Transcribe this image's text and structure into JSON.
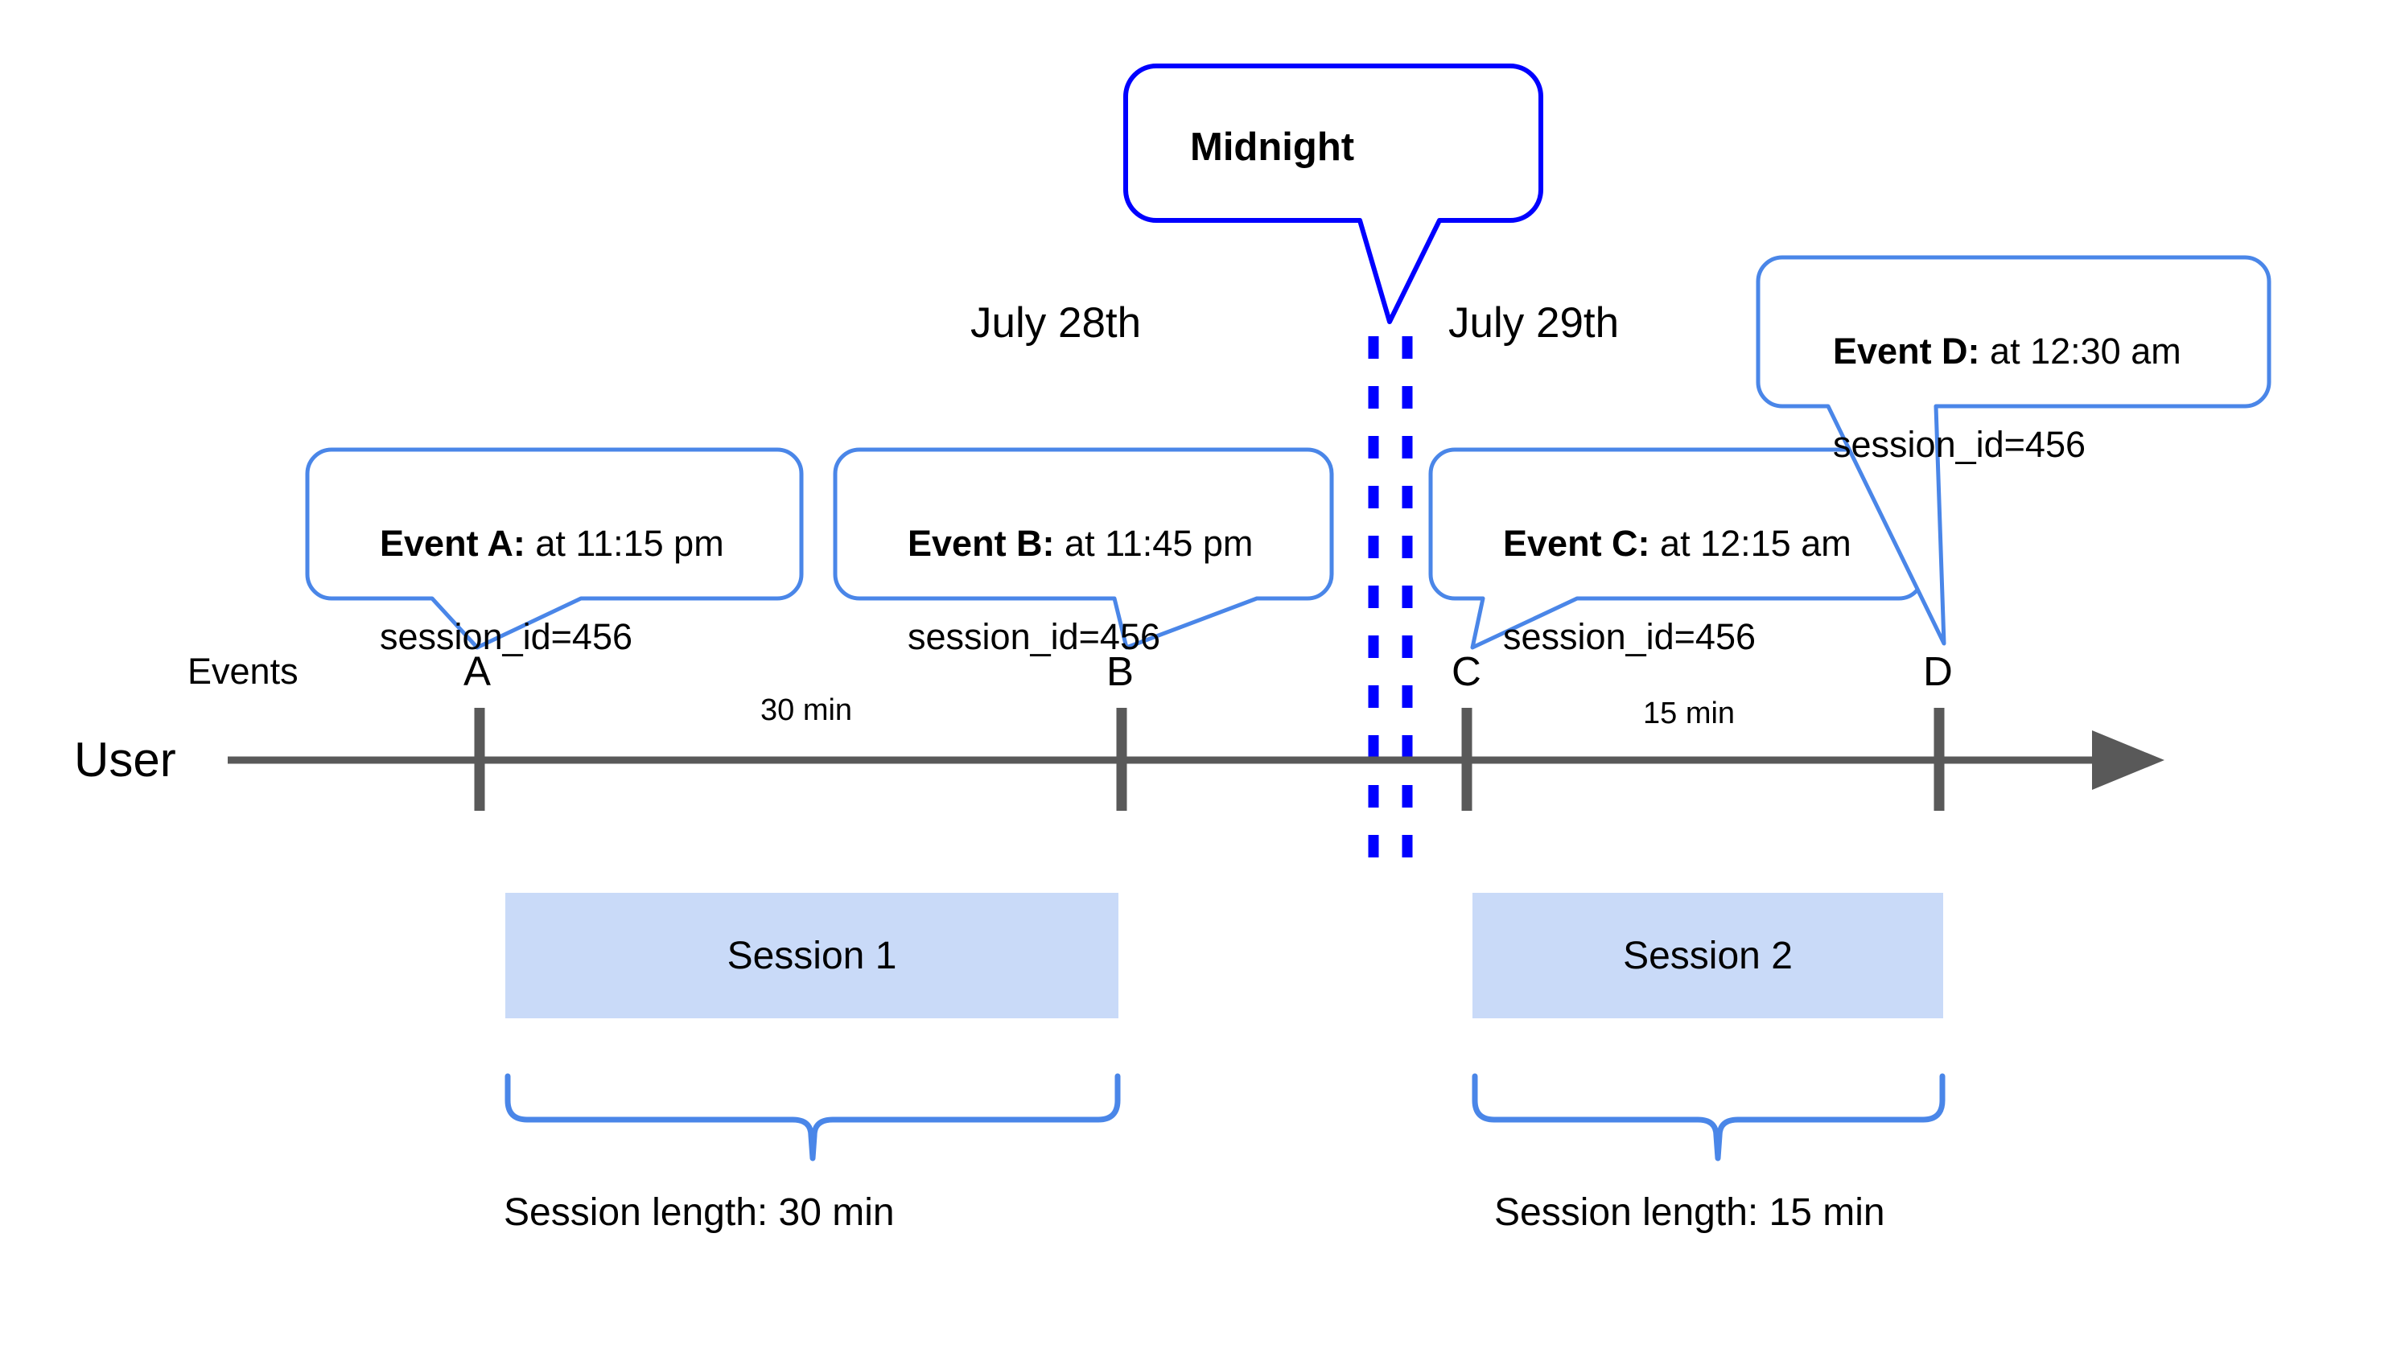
{
  "diagram": {
    "title_row": {
      "user_label": "User",
      "events_label": "Events"
    },
    "dates": [
      {
        "label": "July 28th"
      },
      {
        "label": "July 29th"
      }
    ],
    "midnight_callout": {
      "label": "Midnight",
      "border_color": "#0000ff"
    },
    "events": [
      {
        "letter": "A",
        "bold_label": "Event A:",
        "detail": " at 11:15 pm",
        "line2": "session_id=456"
      },
      {
        "letter": "B",
        "bold_label": "Event B:",
        "detail": " at 11:45 pm",
        "line2": "session_id=456"
      },
      {
        "letter": "C",
        "bold_label": "Event C:",
        "detail": " at 12:15 am",
        "line2": "session_id=456"
      },
      {
        "letter": "D",
        "bold_label": "Event D:",
        "detail": " at 12:30 am",
        "line2": "session_id=456"
      }
    ],
    "durations": [
      {
        "label": "30 min"
      },
      {
        "label": "15 min"
      }
    ],
    "sessions": [
      {
        "box_label": "Session 1",
        "length_label": "Session length: 30 min"
      },
      {
        "box_label": "Session 2",
        "length_label": "Session length: 15 min"
      }
    ],
    "colors": {
      "callout_border": "#4a86e8",
      "midnight_border": "#0000ff",
      "midnight_dash": "#0000ff",
      "axis": "#595959",
      "session_fill": "#c9daf8",
      "brace": "#4a86e8",
      "text": "#000000",
      "background": "#ffffff"
    }
  }
}
